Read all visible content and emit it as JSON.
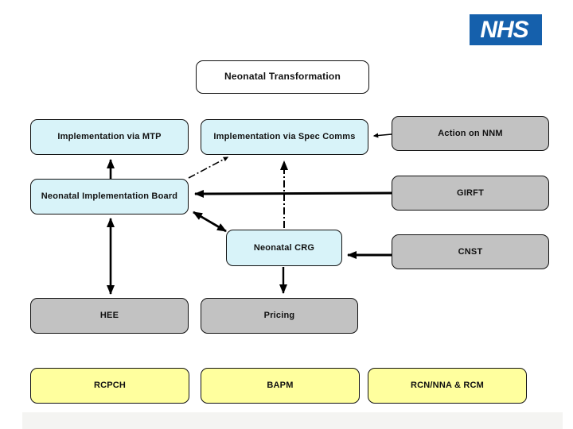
{
  "logo": {
    "text": "NHS",
    "color": "#1560ac"
  },
  "colors": {
    "node_cyan": "#d8f3f9",
    "node_gray": "#c2c2c2",
    "node_yellow": "#ffff9e",
    "node_white": "#ffffff",
    "arrow": "#000000",
    "footer_strip": "#f4f4f2"
  },
  "nodes": {
    "title": {
      "label": "Neonatal Transformation"
    },
    "mtp": {
      "label": "Implementation via MTP"
    },
    "spec": {
      "label": "Implementation via Spec Comms"
    },
    "nnm": {
      "label": "Action on NNM"
    },
    "nib": {
      "label": "Neonatal Implementation Board"
    },
    "girft": {
      "label": "GIRFT"
    },
    "crg": {
      "label": "Neonatal CRG"
    },
    "cnst": {
      "label": "CNST"
    },
    "hee": {
      "label": "HEE"
    },
    "pricing": {
      "label": "Pricing"
    },
    "rcpch": {
      "label": "RCPCH"
    },
    "bapm": {
      "label": "BAPM"
    },
    "rcn": {
      "label": "RCN/NNA & RCM"
    }
  },
  "connections": [
    {
      "from": "neonatal-implementation-board",
      "to": "implementation-via-mtp",
      "style": "solid",
      "heads": "end"
    },
    {
      "from": "neonatal-implementation-board",
      "to": "hee",
      "style": "solid",
      "heads": "both"
    },
    {
      "from": "girft",
      "to": "neonatal-implementation-board",
      "style": "solid",
      "heads": "end"
    },
    {
      "from": "action-on-nnm",
      "to": "implementation-via-spec-comms",
      "style": "solid",
      "heads": "end"
    },
    {
      "from": "cnst",
      "to": "neonatal-crg",
      "style": "solid",
      "heads": "end"
    },
    {
      "from": "neonatal-implementation-board",
      "to": "neonatal-crg",
      "style": "solid",
      "heads": "both"
    },
    {
      "from": "neonatal-implementation-board",
      "to": "implementation-via-spec-comms",
      "style": "dash-dot",
      "heads": "end"
    },
    {
      "from": "neonatal-crg",
      "to": "implementation-via-spec-comms",
      "style": "dash-dot",
      "heads": "end"
    },
    {
      "from": "neonatal-crg",
      "to": "pricing",
      "style": "solid",
      "heads": "end"
    }
  ]
}
